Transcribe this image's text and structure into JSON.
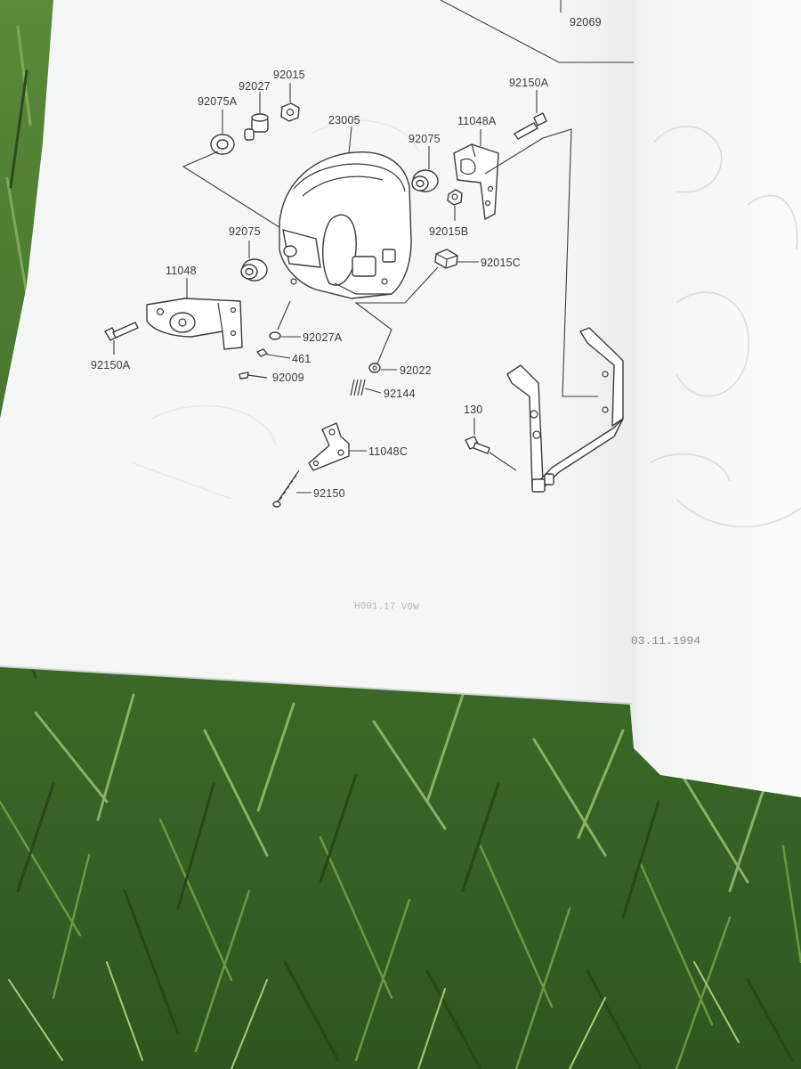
{
  "manual": {
    "date_stamp": "03.11.1994",
    "footer_code": "H001.17 V0W"
  },
  "callouts": {
    "top_cut": "92069",
    "p92015": "92015",
    "p92027": "92027",
    "p92075A": "92075A",
    "p23005": "23005",
    "p92150A_top": "92150A",
    "p11048A": "11048A",
    "p92075_top": "92075",
    "p92015B": "92015B",
    "p92075_mid": "92075",
    "p92015C": "92015C",
    "p11048": "11048",
    "p92150A_left": "92150A",
    "p92027A": "92027A",
    "p461": "461",
    "p92009": "92009",
    "p92022": "92022",
    "p92144": "92144",
    "p130": "130",
    "p11048C": "11048C",
    "p92150": "92150"
  },
  "colors": {
    "grass": "#3f6a2a",
    "paper": "#f6f6f6",
    "ink": "#3a3a3a"
  }
}
